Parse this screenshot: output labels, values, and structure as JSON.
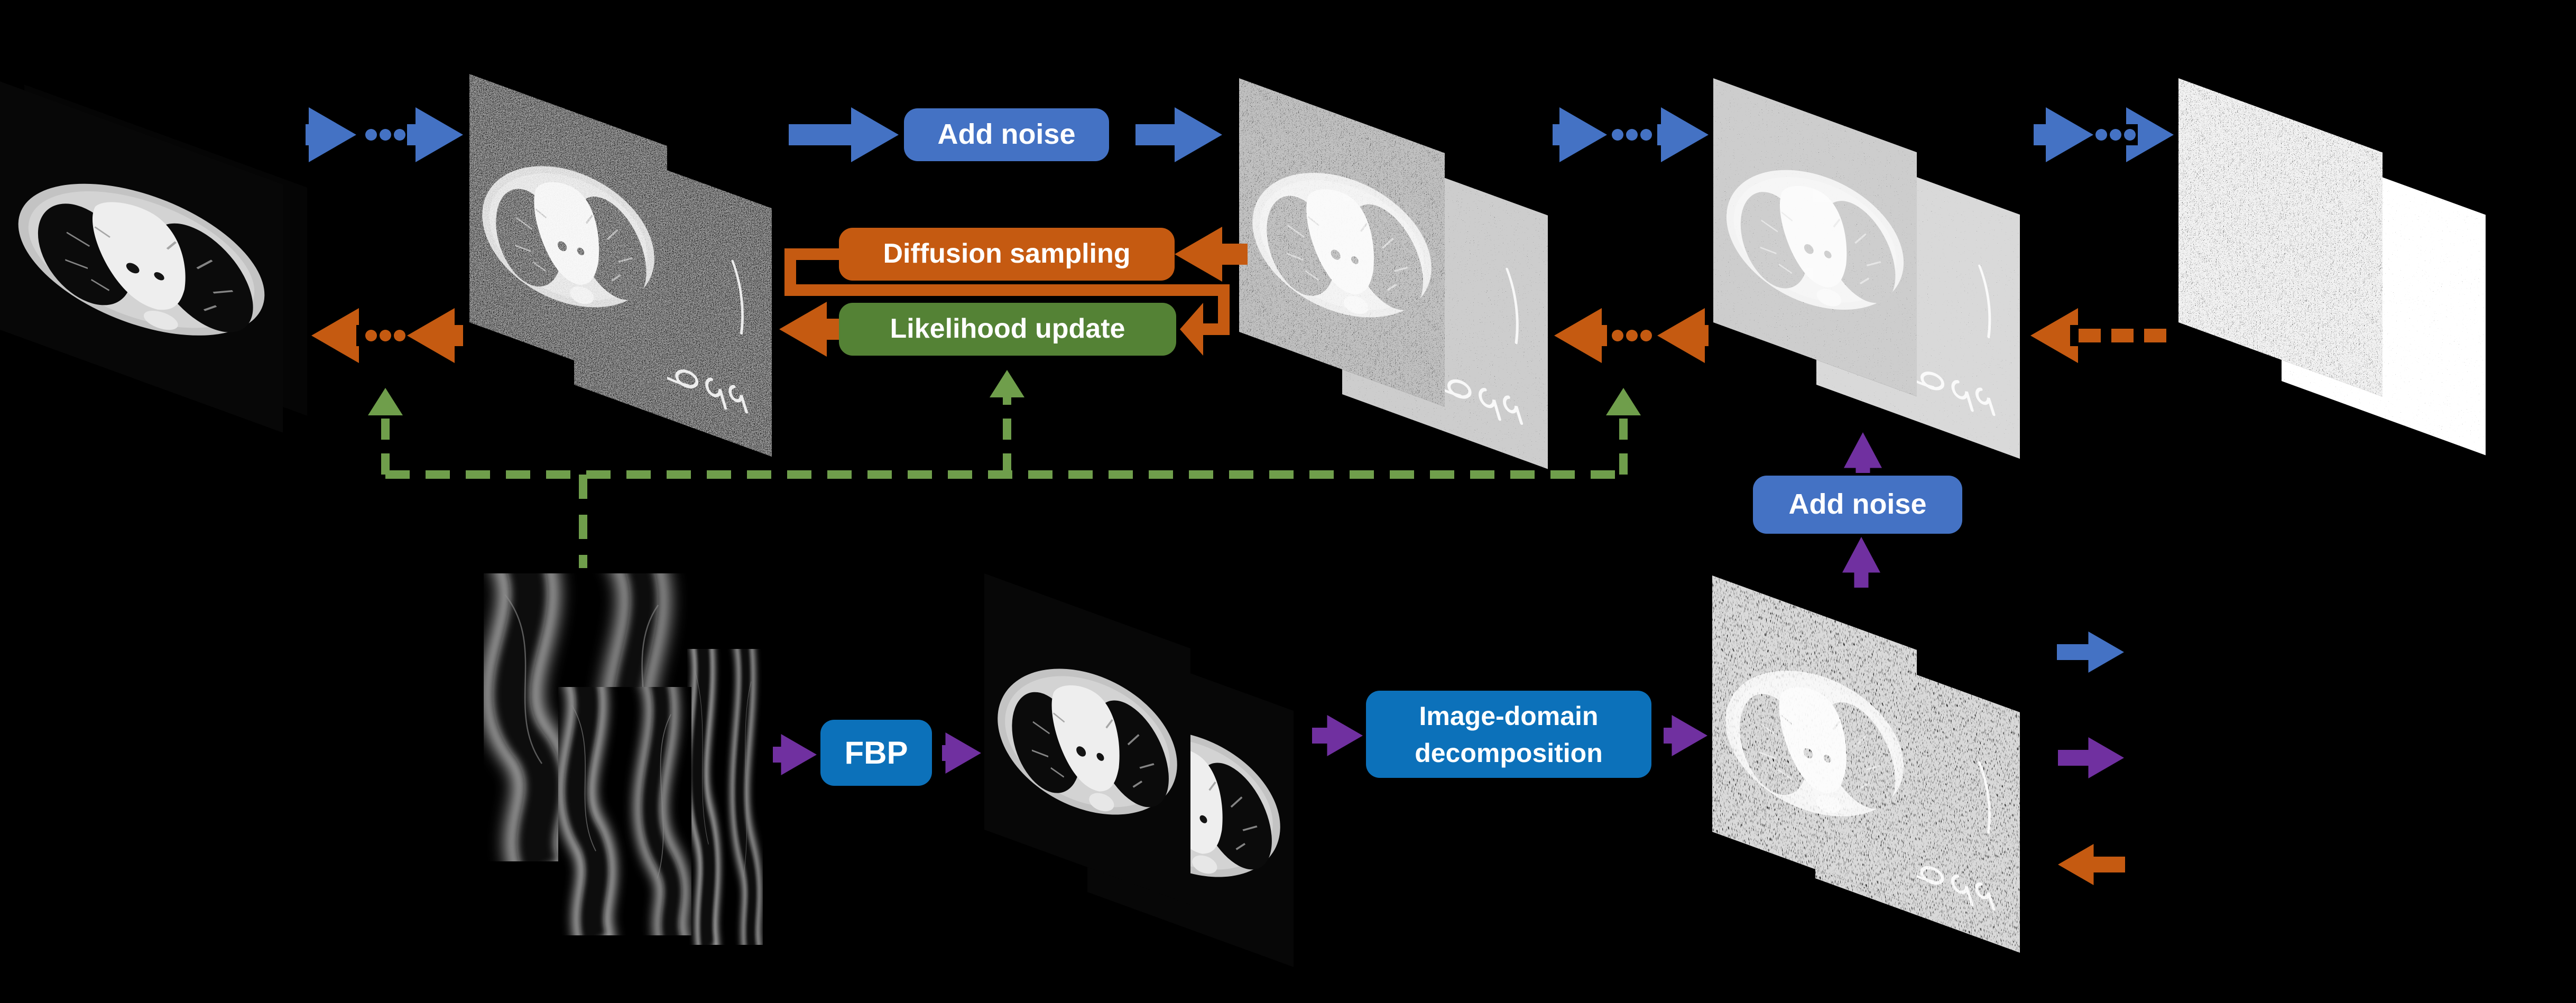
{
  "diagram": {
    "background": "#000000",
    "boxes": [
      {
        "id": "add-noise-top",
        "label": "Add noise",
        "bg": "#4472C4",
        "text_color": "#FFFFFF"
      },
      {
        "id": "diffusion-sampling",
        "label": "Diffusion sampling",
        "bg": "#C55A11",
        "text_color": "#FFFFFF"
      },
      {
        "id": "likelihood-update",
        "label": "Likelihood update",
        "bg": "#548235",
        "text_color": "#FFFFFF"
      },
      {
        "id": "add-noise-bottom",
        "label": "Add noise",
        "bg": "#4472C4",
        "text_color": "#FFFFFF"
      },
      {
        "id": "fbp",
        "label": "FBP",
        "bg": "#0C71BA",
        "text_color": "#FFFFFF"
      },
      {
        "id": "image-domain-decomposition",
        "label": "Image-domain decomposition",
        "label_lines": [
          "Image-domain",
          "decomposition"
        ],
        "bg": "#0C71BA",
        "text_color": "#FFFFFF"
      }
    ],
    "colors": {
      "forward_blue": "#4472C4",
      "reverse_orange": "#C55A11",
      "guidance_green": "#6F9E4B",
      "measurement_purple": "#7030A0",
      "process_blue": "#0C71BA"
    },
    "stacks": [
      {
        "id": "stack-sinograms",
        "name": "dual-energy-sinogram-stack",
        "planes": [
          {
            "art": "sinogram",
            "noise": "none"
          },
          {
            "art": "sinogram",
            "noise": "none"
          },
          {
            "art": "sinogram",
            "noise": "none"
          }
        ]
      },
      {
        "id": "stack-x0",
        "name": "clean-decomposed-basis-image-pair",
        "planes": [
          {
            "art": "bone-ct",
            "noise": "none"
          },
          {
            "art": "lung-ct",
            "noise": "none"
          }
        ]
      },
      {
        "id": "stack-xt-minus-1",
        "name": "low-noise-decomposed-pair",
        "planes": [
          {
            "art": "bone-ct",
            "noise": "light"
          },
          {
            "art": "lung-ct",
            "noise": "light"
          }
        ]
      },
      {
        "id": "stack-xt",
        "name": "noisy-decomposed-pair",
        "planes": [
          {
            "art": "bone-ct",
            "noise": "heavy"
          },
          {
            "art": "lung-ct",
            "noise": "medium"
          }
        ]
      },
      {
        "id": "stack-xt-bar",
        "name": "noisier-decomposed-pair",
        "planes": [
          {
            "art": "bone-ct",
            "noise": "very-heavy"
          },
          {
            "art": "lung-ct",
            "noise": "heavy"
          }
        ]
      },
      {
        "id": "stack-xT",
        "name": "pure-noise-pair",
        "planes": [
          {
            "art": "noise-only",
            "noise": "bright"
          },
          {
            "art": "noise-only",
            "noise": "dark"
          }
        ]
      },
      {
        "id": "stack-fbp-recon",
        "name": "fbp-reconstructed-ct-pair",
        "planes": [
          {
            "art": "lung-ct",
            "noise": "none"
          },
          {
            "art": "lung-ct",
            "noise": "none"
          }
        ]
      },
      {
        "id": "stack-decomposed-noisy",
        "name": "image-domain-decomposed-streaky-pair",
        "planes": [
          {
            "art": "bone-ct",
            "noise": "streak"
          },
          {
            "art": "lung-ct",
            "noise": "streak"
          }
        ]
      }
    ],
    "arrows": [
      {
        "id": "forward-step-1a",
        "color": "#4472C4",
        "style": "solid",
        "direction": "right"
      },
      {
        "id": "forward-dots-1",
        "color": "#4472C4",
        "style": "dots",
        "direction": "right"
      },
      {
        "id": "forward-step-1b",
        "color": "#4472C4",
        "style": "solid",
        "direction": "right"
      },
      {
        "id": "into-add-noise",
        "color": "#4472C4",
        "style": "solid",
        "direction": "right"
      },
      {
        "id": "out-of-add-noise",
        "color": "#4472C4",
        "style": "solid",
        "direction": "right"
      },
      {
        "id": "forward-step-3a",
        "color": "#4472C4",
        "style": "solid",
        "direction": "right"
      },
      {
        "id": "forward-dots-3",
        "color": "#4472C4",
        "style": "dots",
        "direction": "right"
      },
      {
        "id": "forward-step-3b",
        "color": "#4472C4",
        "style": "solid",
        "direction": "right"
      },
      {
        "id": "forward-step-4a",
        "color": "#4472C4",
        "style": "solid",
        "direction": "right"
      },
      {
        "id": "forward-dots-4",
        "color": "#4472C4",
        "style": "dots",
        "direction": "right"
      },
      {
        "id": "forward-step-4b",
        "color": "#4472C4",
        "style": "solid",
        "direction": "right"
      },
      {
        "id": "reverse-step-1a",
        "color": "#C55A11",
        "style": "solid",
        "direction": "left"
      },
      {
        "id": "reverse-dots-1",
        "color": "#C55A11",
        "style": "dots",
        "direction": "left"
      },
      {
        "id": "reverse-step-1b",
        "color": "#C55A11",
        "style": "solid",
        "direction": "left"
      },
      {
        "id": "reverse-step-3a",
        "color": "#C55A11",
        "style": "solid",
        "direction": "left"
      },
      {
        "id": "reverse-dots-3",
        "color": "#C55A11",
        "style": "dots",
        "direction": "left"
      },
      {
        "id": "reverse-step-3b",
        "color": "#C55A11",
        "style": "solid",
        "direction": "left"
      },
      {
        "id": "reverse-dashed-head",
        "color": "#C55A11",
        "style": "solid",
        "direction": "left"
      },
      {
        "id": "reverse-dashed-tail",
        "color": "#C55A11",
        "style": "dashes",
        "direction": "left"
      },
      {
        "id": "reverse-into-diffusion",
        "color": "#C55A11",
        "style": "solid",
        "direction": "left"
      },
      {
        "id": "diffusion-to-likelihood-loop",
        "color": "#C55A11",
        "style": "loop",
        "direction": "left"
      },
      {
        "id": "reverse-out-of-likelihood",
        "color": "#C55A11",
        "style": "solid",
        "direction": "left"
      },
      {
        "id": "guidance-horizontal",
        "color": "#6F9E4B",
        "style": "dashed-line",
        "direction": "none"
      },
      {
        "id": "guidance-from-sinogram",
        "color": "#6F9E4B",
        "style": "dashed-line",
        "direction": "none"
      },
      {
        "id": "guidance-up-left",
        "color": "#6F9E4B",
        "style": "dashed-arrow",
        "direction": "up"
      },
      {
        "id": "guidance-up-center",
        "color": "#6F9E4B",
        "style": "dashed-arrow",
        "direction": "up"
      },
      {
        "id": "guidance-up-right",
        "color": "#6F9E4B",
        "style": "dashed-arrow",
        "direction": "up"
      },
      {
        "id": "sinogram-to-fbp",
        "color": "#7030A0",
        "style": "solid",
        "direction": "right"
      },
      {
        "id": "fbp-to-recon",
        "color": "#7030A0",
        "style": "solid",
        "direction": "right"
      },
      {
        "id": "recon-to-decomposition",
        "color": "#7030A0",
        "style": "solid",
        "direction": "right"
      },
      {
        "id": "decomposition-to-stack",
        "color": "#7030A0",
        "style": "solid",
        "direction": "right"
      },
      {
        "id": "stack-to-add-noise",
        "color": "#7030A0",
        "style": "solid",
        "direction": "up"
      },
      {
        "id": "add-noise-to-chain",
        "color": "#7030A0",
        "style": "solid",
        "direction": "up"
      },
      {
        "id": "side-forward",
        "color": "#4472C4",
        "style": "solid",
        "direction": "right"
      },
      {
        "id": "side-insert",
        "color": "#7030A0",
        "style": "solid",
        "direction": "right"
      },
      {
        "id": "side-reverse",
        "color": "#C55A11",
        "style": "solid",
        "direction": "left"
      }
    ]
  }
}
